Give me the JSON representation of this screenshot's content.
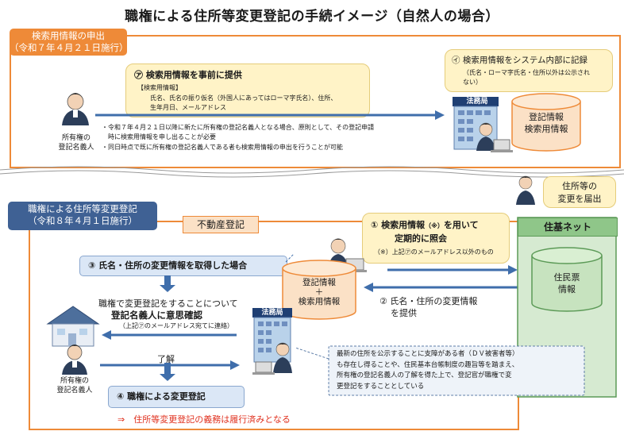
{
  "title": "職権による住所等変更登記の手続イメージ（自然人の場合）",
  "top": {
    "tag_line1": "検索用情報の申出",
    "tag_line2": "（令和７年４月２１日施行）",
    "callout7_title": "㋐ 検索用情報を事前に提供",
    "callout7_info_label": "【検索用情報】",
    "callout7_info_line1": "氏名、氏名の振り仮名（外国人にあってはローマ字氏名）、住所、",
    "callout7_info_line2": "生年月日、メールアドレス",
    "callout_i_title": "㋑ 検索用情報をシステム内部に記録",
    "callout_i_note1": "（氏名・ローマ字氏名・住所以外は公示され",
    "callout_i_note2": "ない）",
    "owner_label1": "所有権の",
    "owner_label2": "登記名義人",
    "legal_office": "法務局",
    "db_line1": "登記情報",
    "db_line2": "検索用情報",
    "note1a": "・令和７年４月２１日以降に新たに所有権の登記名義人となる場合、原則として、その登記申請",
    "note1b": "時に検索用情報を申し出ることが必要",
    "note2": "・同日時点で既に所有権の登記名義人である者も検索用情報の申出を行うことが可能"
  },
  "bottom": {
    "tag_line1": "職権による住所等変更登記",
    "tag_line2": "（令和８年４月１日施行）",
    "fudosan_label": "不動産登記",
    "callout1_prefix": "① 検索用情報",
    "callout1_note": "（※）",
    "callout1_suffix": "を用いて",
    "callout1_line2": "定期的に照会",
    "callout1_sub": "（※）上記㋐のメールアドレス以外のもの",
    "step3": "③ 氏名・住所の変更情報を取得した場合",
    "confirm_line1": "職権で変更登記をすることについて",
    "confirm_line2": "登記名義人に意思確認",
    "confirm_line3": "（上記㋐のメールアドレス宛てに連絡）",
    "ryokai": "了解",
    "step4": "④ 職権による変更登記",
    "result": "⇒　住所等変更登記の義務は履行済みとなる",
    "owner_label1": "所有権の",
    "owner_label2": "登記名義人",
    "legal_office": "法務局",
    "db_line1": "登記情報",
    "db_line2": "＋",
    "db_line3": "検索用情報",
    "step2_line1": "② 氏名・住所の変更情報",
    "step2_line2": "を提供",
    "jyuki_label": "住基ネット",
    "jyumin_line1": "住民票",
    "jyumin_line2": "情報",
    "move_callout1": "住所等の",
    "move_callout2": "変更を届出",
    "dv_line1": "最新の住所を公示することに支障がある者（ＤＶ被害者等）",
    "dv_line2": "も存在し得ることや、住民基本台帳制度の趣旨等を踏まえ、",
    "dv_line3": "所有権の登記名義人の了解を得た上で、登記官が職権で変",
    "dv_line4": "更登記をすることとしている"
  },
  "colors": {
    "orange": "#ee8a38",
    "navy": "#3f6194",
    "callout_yellow": "#fff3c7",
    "arrow_blue": "#3f6eab",
    "green": "#8fc689",
    "red_text": "#e0301e"
  }
}
